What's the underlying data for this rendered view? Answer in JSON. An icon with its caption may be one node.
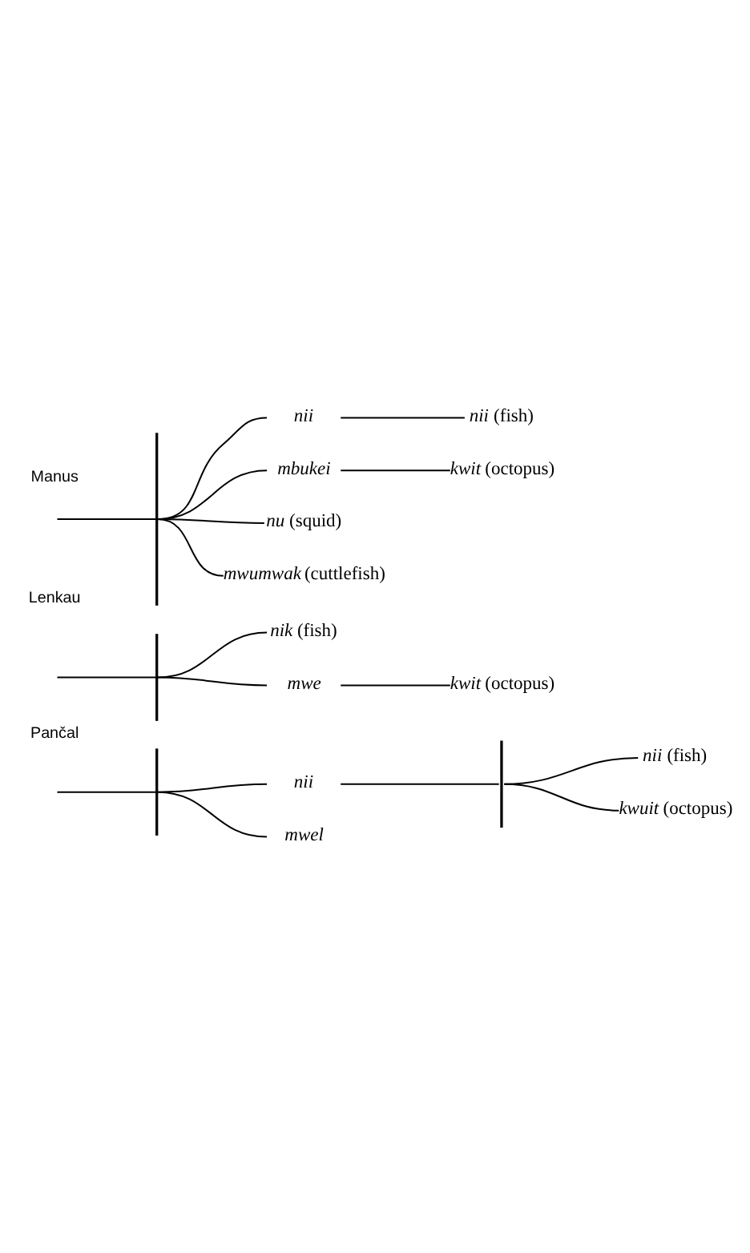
{
  "diagram": {
    "nodes": [
      {
        "text": [],
        "shape": "bar"
      },
      {
        "text": [
          "*nii*"
        ]
      },
      {
        "text": [
          "*nii* (fish)"
        ]
      },
      {
        "text": [
          "*mbukei*"
        ]
      },
      {
        "text": [
          "*kwit* (octopus)"
        ]
      },
      {
        "text": [
          "*nu* (squid)"
        ]
      },
      {
        "text": [
          "*mwumwak* (cuttlefish)"
        ]
      },
      {
        "text": [],
        "shape": "bar"
      },
      {
        "text": [
          "*nik* (fish)"
        ]
      },
      {
        "text": [
          "*mwe*"
        ]
      },
      {
        "text": [
          "*kwit* (octopus)"
        ]
      },
      {
        "text": [],
        "shape": "bar"
      },
      {
        "text": [
          "*nii*"
        ]
      },
      {
        "text": [],
        "shape": "bar"
      },
      {
        "text": [
          "*nii* (fish)"
        ]
      },
      {
        "text": [
          "*kwuit* (octopus)"
        ]
      },
      {
        "text": [
          "*mwel*"
        ]
      }
    ],
    "edges": [
      {
        "from": null,
        "to": 0,
        "arrow": "none"
      },
      {
        "from": 0,
        "to": 1,
        "arrow": "none"
      },
      {
        "from": 0,
        "to": 3,
        "arrow": "none"
      },
      {
        "from": 0,
        "to": 5,
        "arrow": "none"
      },
      {
        "from": 0,
        "to": 6,
        "arrow": "none"
      },
      {
        "from": 1,
        "to": 2,
        "arrow": "none"
      },
      {
        "from": 3,
        "to": 4,
        "arrow": "none"
      },
      {
        "from": null,
        "to": 7,
        "arrow": "none"
      },
      {
        "from": 7,
        "to": 8,
        "arrow": "none"
      },
      {
        "from": 7,
        "to": 9,
        "arrow": "none"
      },
      {
        "from": 9,
        "to": 10,
        "arrow": "none"
      },
      {
        "from": null,
        "to": 11,
        "arrow": "none"
      },
      {
        "from": 11,
        "to": 12,
        "arrow": "none"
      },
      {
        "from": 11,
        "to": 16,
        "arrow": "none"
      },
      {
        "from": 12,
        "to": 13,
        "arrow": "none"
      },
      {
        "from": 13,
        "to": 14,
        "arrow": "none"
      },
      {
        "from": 13,
        "to": 15,
        "arrow": "none"
      }
    ],
    "labels": [
      "Manus",
      "Lenkau",
      "Pančal"
    ]
  }
}
